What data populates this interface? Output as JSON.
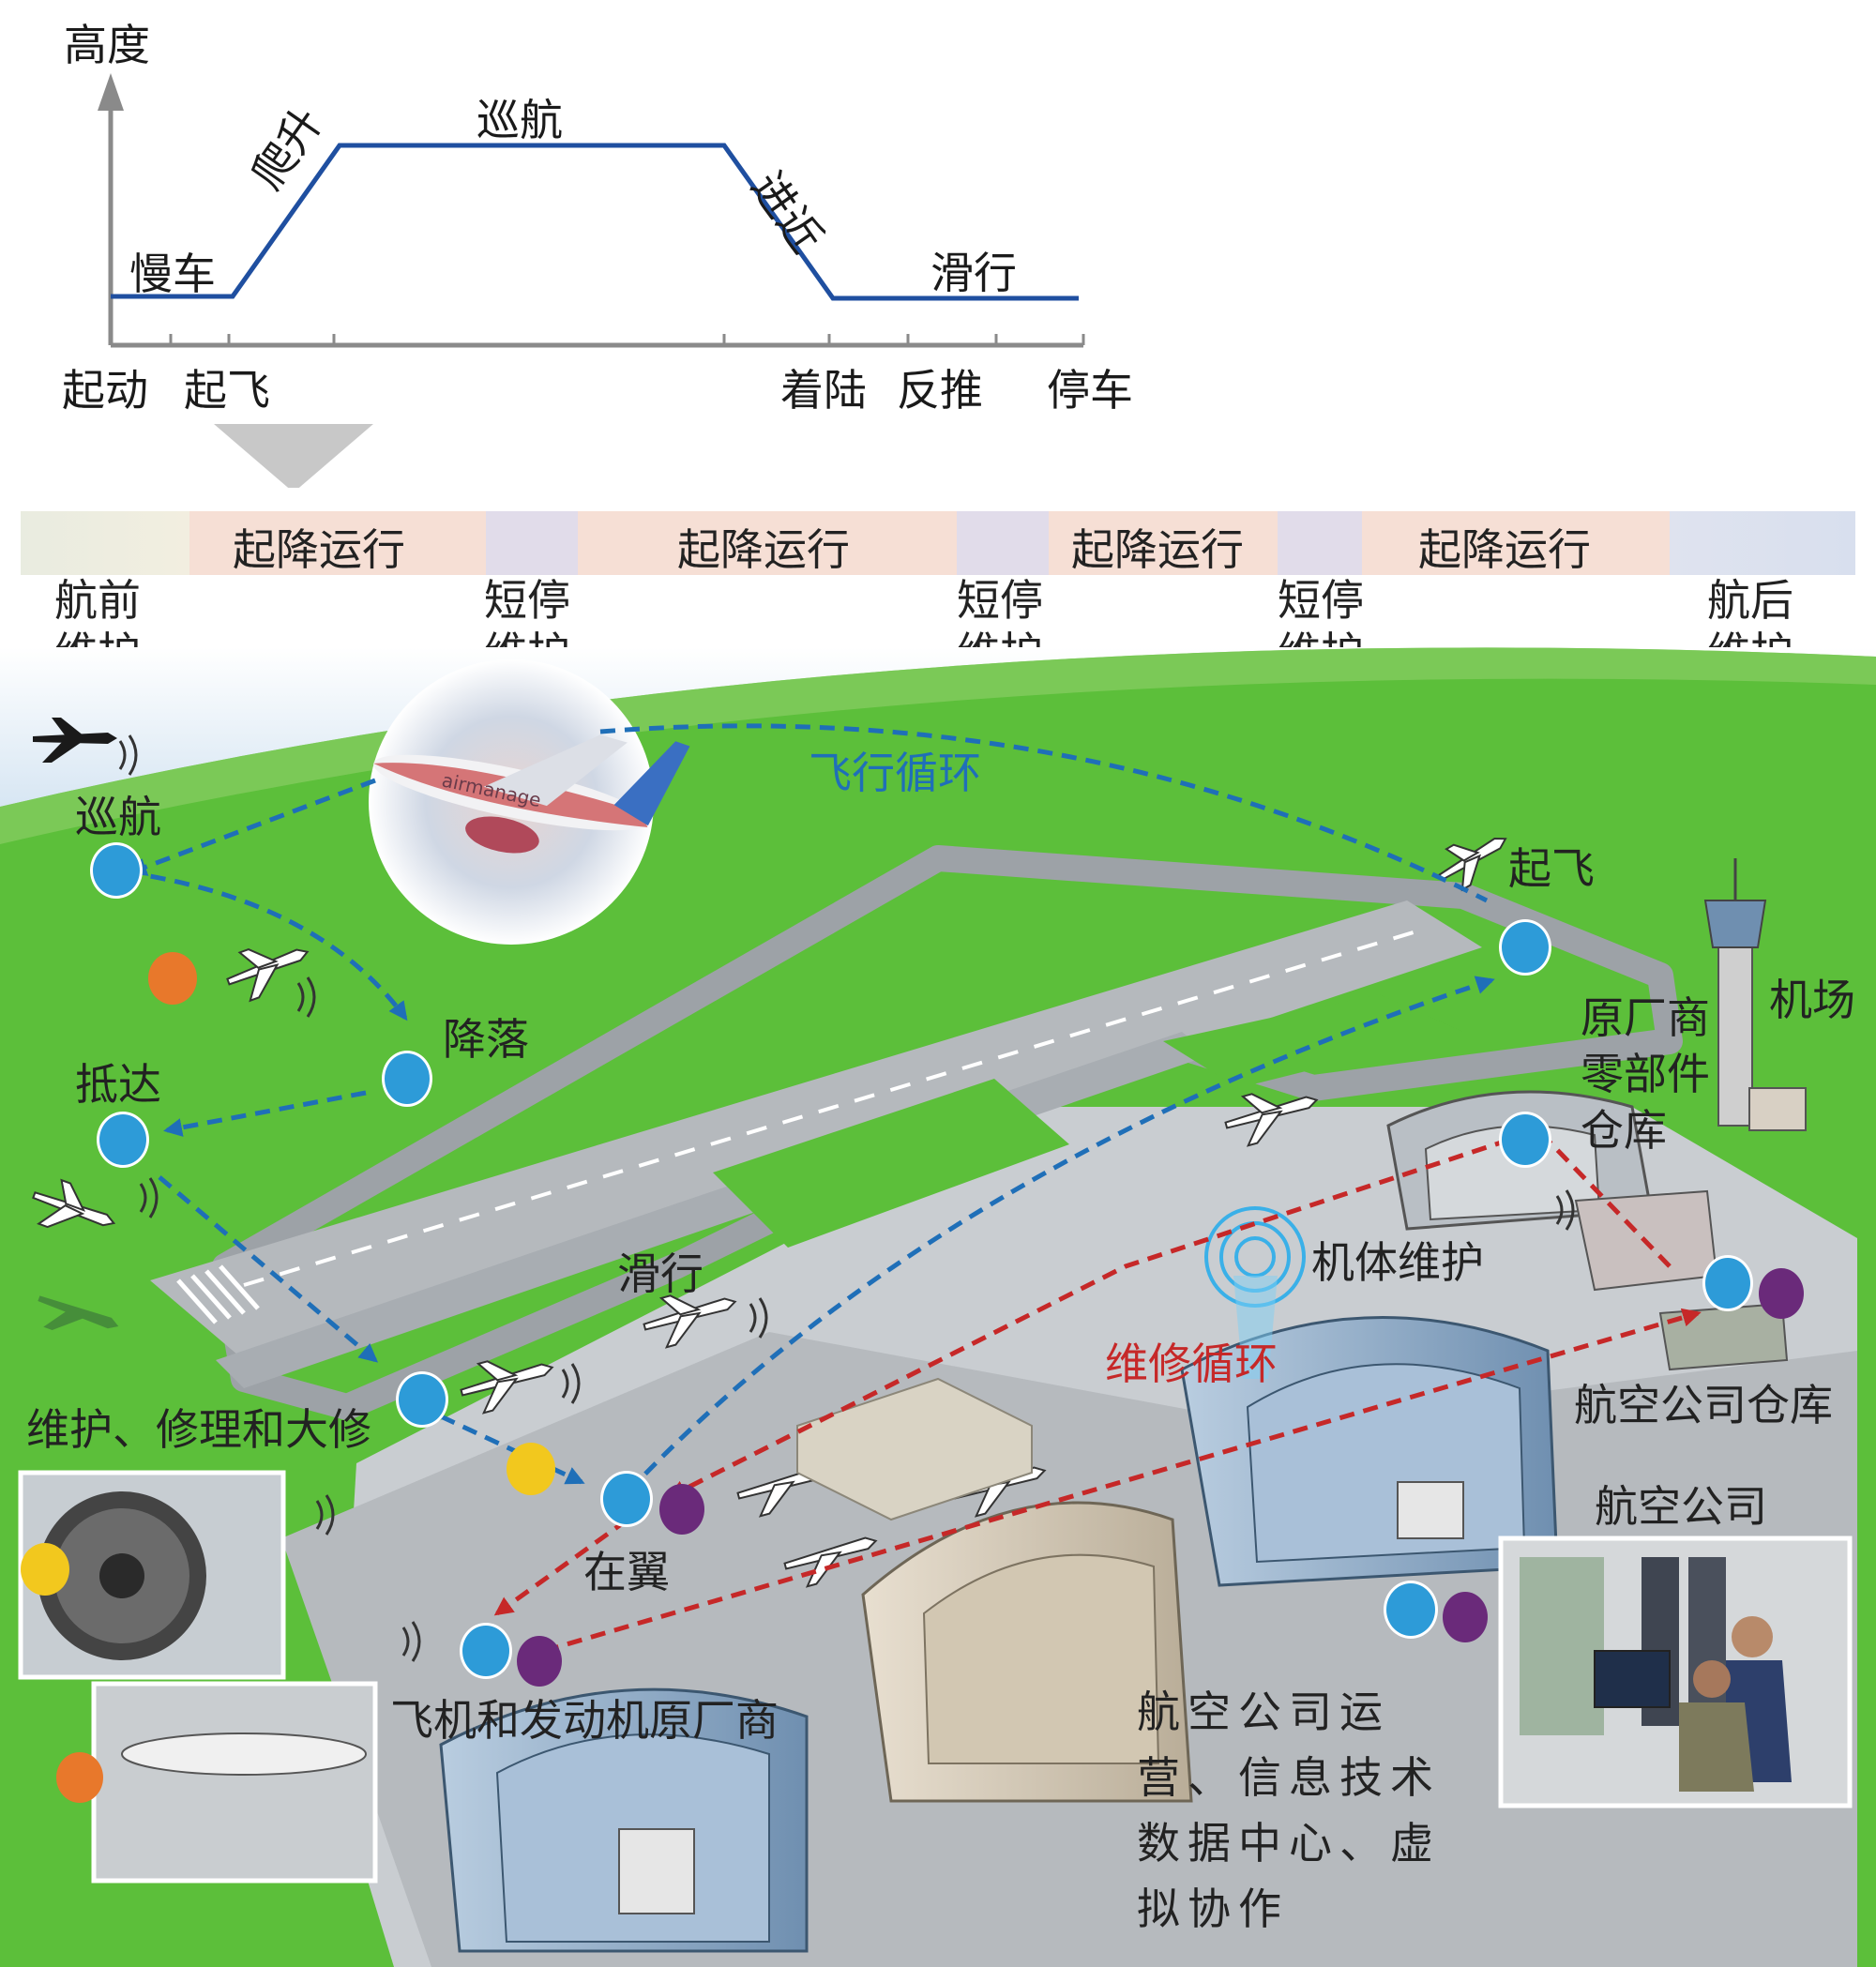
{
  "profile": {
    "y_axis_label": "高度",
    "phases": {
      "taxi_out": "慢车",
      "climb": "爬升",
      "cruise": "巡航",
      "approach": "进近",
      "taxi_in": "滑行"
    },
    "events": [
      "起动",
      "起飞",
      "着陆",
      "反推",
      "停车"
    ]
  },
  "ops_band": {
    "label": "起降运行"
  },
  "maintenance": {
    "pre_flight": "航前维护",
    "short_stop": "短停维护",
    "post_flight": "航后维护"
  },
  "scene": {
    "flight_cycle": "飞行循环",
    "maintenance_cycle": "维修循环",
    "cruise": "巡航",
    "landing": "降落",
    "arrival": "抵达",
    "takeoff": "起飞",
    "taxi": "滑行",
    "on_wing": "在翼",
    "mro": "维护、修理和大修",
    "airframe_maintenance": "机体维护",
    "airport": "机场",
    "oem_parts_warehouse": "原厂商零部件仓库",
    "airline_warehouse": "航空公司仓库",
    "airline": "航空公司",
    "oem": "飞机和发动机原厂商",
    "data_center": "航空公司运营、信息技术数据中心、虚拟协作",
    "aircraft_livery": "airmanage"
  },
  "colors": {
    "flight_cycle": "#1f6fb8",
    "maintenance_cycle": "#c62828",
    "grass": "#5cbf3a",
    "dot_blue": "#2d9bd8"
  }
}
